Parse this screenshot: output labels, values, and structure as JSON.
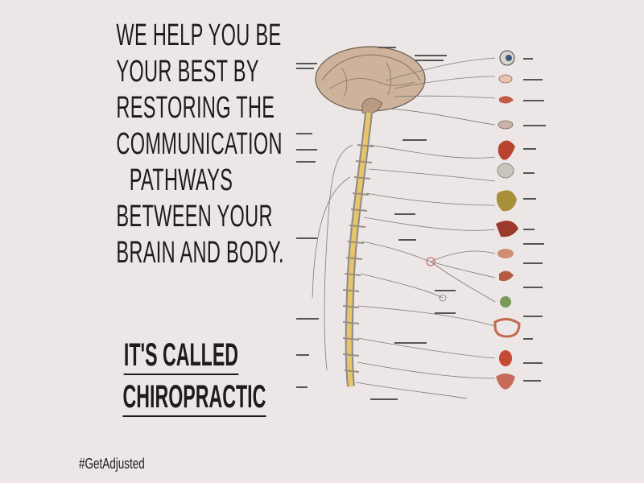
{
  "headline": [
    "WE HELP YOU BE",
    "YOUR BEST BY",
    "RESTORING THE",
    "COMMUNICATION",
    "PATHWAYS",
    "BETWEEN YOUR",
    "BRAIN AND BODY."
  ],
  "tagline": {
    "line1": "IT'S CALLED",
    "line2": "CHIROPRACTIC"
  },
  "hashtag": "#GetAdjusted",
  "colors": {
    "background": "#ece7e6",
    "text": "#1d1b1b",
    "spine": "#e8c46a",
    "brain": "#c9a98a",
    "nerve": "#8a8a8a",
    "organ_red": "#b94a36"
  },
  "illustration": {
    "subject": "nervous system anatomy diagram",
    "icon": "nervous-system-illustration"
  }
}
